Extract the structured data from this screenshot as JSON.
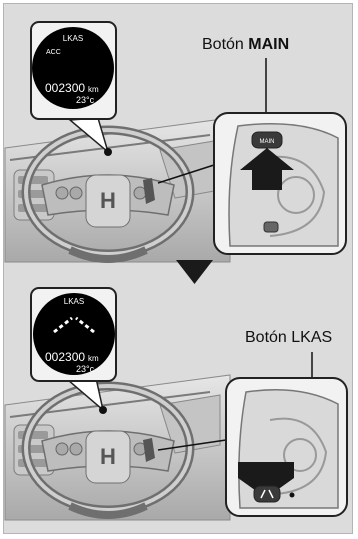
{
  "top_panel": {
    "display": {
      "title": "LKAS",
      "status": "ACC",
      "odometer": "002300",
      "odometer_unit": "km",
      "temperature": "23°c"
    },
    "button_label": {
      "prefix": "Botón ",
      "name": "MAIN"
    },
    "button_text": "MAIN"
  },
  "bottom_panel": {
    "display": {
      "title": "LKAS",
      "odometer": "002300",
      "odometer_unit": "km",
      "temperature": "23°c"
    },
    "button_label": "Botón LKAS"
  },
  "transition_arrow": "down-triangle-icon",
  "colors": {
    "background": "#dcdcdc",
    "display": "#000000",
    "display_text": "#ffffff",
    "arrow": "#1a1a1a"
  }
}
